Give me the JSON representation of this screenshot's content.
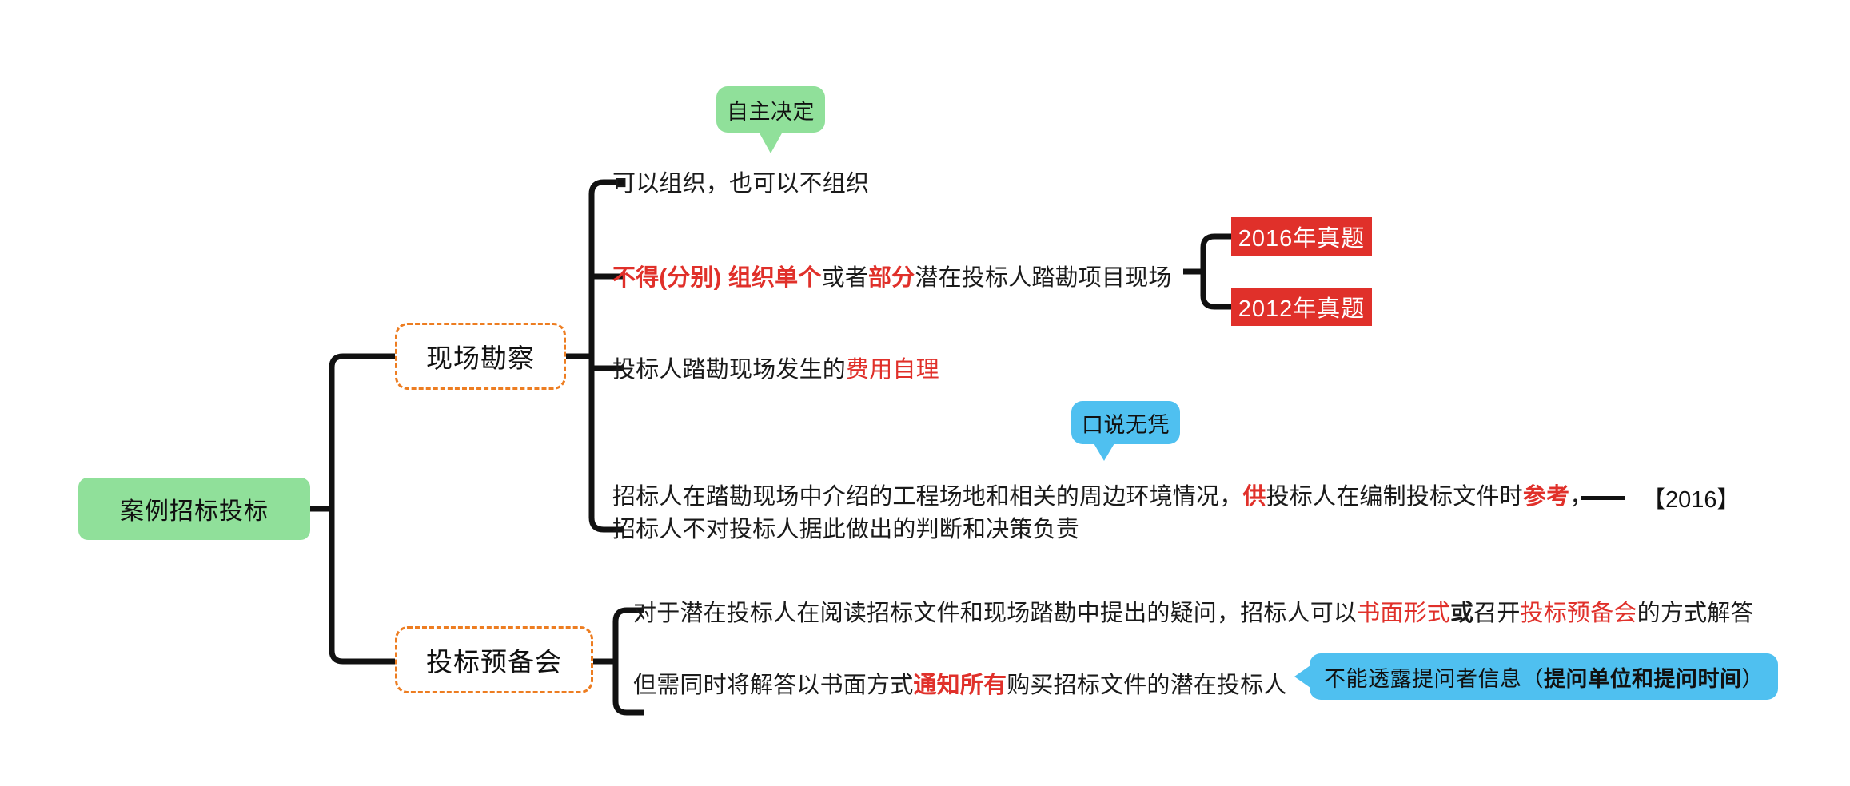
{
  "root": {
    "label": "案例招标投标"
  },
  "branches": [
    {
      "label": "现场勘察",
      "topics": [
        {
          "id": "topic-organize-optional",
          "segments": [
            {
              "text": "可以组织，也可以不组织",
              "style": "normal"
            }
          ]
        },
        {
          "id": "topic-no-separate-survey",
          "segments": [
            {
              "text": "不得(分别) 组织单个",
              "style": "red-bold"
            },
            {
              "text": "或者",
              "style": "normal"
            },
            {
              "text": "部分",
              "style": "red-bold"
            },
            {
              "text": "潜在投标人踏勘项目现场",
              "style": "normal"
            }
          ],
          "chips": [
            "2016年真题",
            "2012年真题"
          ]
        },
        {
          "id": "topic-cost-self-borne",
          "segments": [
            {
              "text": "投标人踏勘现场发生的",
              "style": "normal"
            },
            {
              "text": "费用自理",
              "style": "red"
            }
          ]
        },
        {
          "id": "topic-reference-only",
          "lines": [
            [
              {
                "text": "招标人在踏勘现场中介绍的工程场地和相关的周边环境情况，",
                "style": "normal"
              },
              {
                "text": "供",
                "style": "red-bold"
              },
              {
                "text": "投标人在编制投标文件时",
                "style": "normal"
              },
              {
                "text": "参考",
                "style": "red-bold"
              },
              {
                "text": "，",
                "style": "normal"
              }
            ],
            [
              {
                "text": "招标人不对投标人据此做出的判断和决策负责",
                "style": "normal"
              }
            ]
          ],
          "annotation": "【2016】"
        }
      ]
    },
    {
      "label": "投标预备会",
      "topics": [
        {
          "id": "topic-answer-methods",
          "segments": [
            {
              "text": "对于潜在投标人在阅读招标文件和现场踏勘中提出的疑问，招标人可以",
              "style": "normal"
            },
            {
              "text": "书面形式",
              "style": "red"
            },
            {
              "text": "或",
              "style": "bold"
            },
            {
              "text": "召开",
              "style": "normal"
            },
            {
              "text": "投标预备会",
              "style": "red"
            },
            {
              "text": "的方式解答",
              "style": "normal"
            }
          ]
        },
        {
          "id": "topic-notify-all",
          "segments": [
            {
              "text": "但需同时将解答以书面方式",
              "style": "normal"
            },
            {
              "text": "通知所有",
              "style": "red-bold"
            },
            {
              "text": "购买招标文件的潜在投标人",
              "style": "normal"
            }
          ]
        }
      ]
    }
  ],
  "bubbles": [
    {
      "id": "bubble-self-decide",
      "text": "自主决定",
      "color": "#90E09A"
    },
    {
      "id": "bubble-verbal-no-proof",
      "text": "口说无凭",
      "color": "#4FC0F0"
    },
    {
      "id": "bubble-no-disclose",
      "text_plain": "不能透露提问者信息（",
      "text_bold": "提问单位和提问时间",
      "text_tail": "）",
      "color": "#4FC0F0"
    }
  ],
  "colors": {
    "accent_red": "#E0302A",
    "accent_green": "#90E09A",
    "accent_blue": "#4FC0F0",
    "accent_orange": "#ED7D21",
    "line": "#111111"
  }
}
